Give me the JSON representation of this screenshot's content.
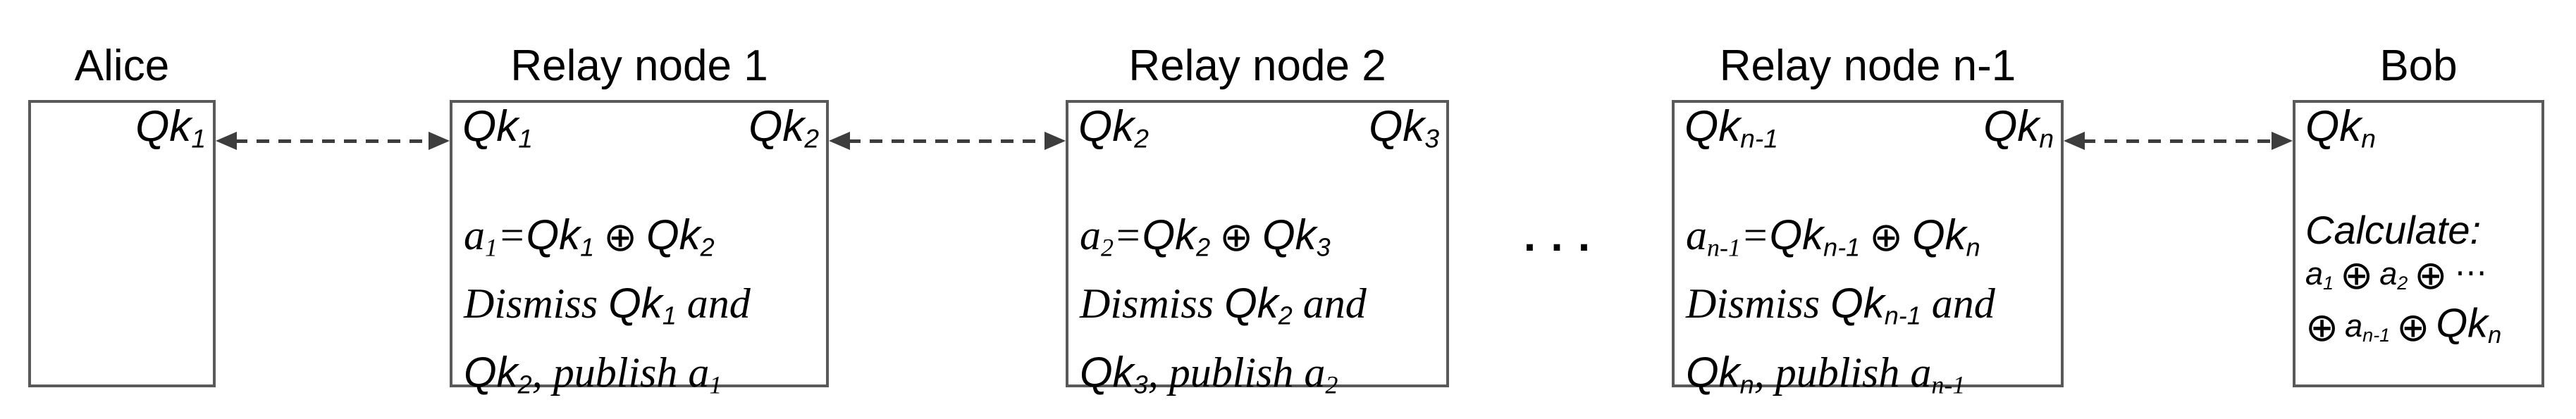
{
  "colors": {
    "bg": "#ffffff",
    "text": "#000000",
    "border": "#595959",
    "arrow": "#3d3d3d"
  },
  "alice": {
    "title": "Alice",
    "key_base": "Qk",
    "key_sub": "1"
  },
  "relays": [
    {
      "title": "Relay node 1",
      "left_key_base": "Qk",
      "left_key_sub": "1",
      "right_key_base": "Qk",
      "right_key_sub": "2",
      "f_var": "a",
      "f_var_sub": "1",
      "f_eq": "=",
      "f_k1": "Qk",
      "f_k1_sub": "1",
      "f_xor": "⊕",
      "f_k2": "Qk",
      "f_k2_sub": "2",
      "d_word": "Dismiss ",
      "d_k": "Qk",
      "d_k_sub": "1",
      "d_and": " and",
      "p_k": "Qk",
      "p_k_sub": "2",
      "p_word": ", publish ",
      "p_var": "a",
      "p_var_sub": "1"
    },
    {
      "title": "Relay node 2",
      "left_key_base": "Qk",
      "left_key_sub": "2",
      "right_key_base": "Qk",
      "right_key_sub": "3",
      "f_var": "a",
      "f_var_sub": "2",
      "f_eq": "=",
      "f_k1": "Qk",
      "f_k1_sub": "2",
      "f_xor": "⊕",
      "f_k2": "Qk",
      "f_k2_sub": "3",
      "d_word": "Dismiss ",
      "d_k": "Qk",
      "d_k_sub": "2",
      "d_and": " and",
      "p_k": "Qk",
      "p_k_sub": "3",
      "p_word": ", publish ",
      "p_var": "a",
      "p_var_sub": "2"
    },
    {
      "title": "Relay node n-1",
      "left_key_base": "Qk",
      "left_key_sub": "n-1",
      "right_key_base": "Qk",
      "right_key_sub": "n",
      "f_var": "a",
      "f_var_sub": "n-1",
      "f_eq": "=",
      "f_k1": "Qk",
      "f_k1_sub": "n-1",
      "f_xor": "⊕",
      "f_k2": "Qk",
      "f_k2_sub": "n",
      "d_word": "Dismiss ",
      "d_k": "Qk",
      "d_k_sub": "n-1",
      "d_and": " and",
      "p_k": "Qk",
      "p_k_sub": "n",
      "p_word": ", publish ",
      "p_var": "a",
      "p_var_sub": "n-1"
    }
  ],
  "separator": {
    "dots": ". . ."
  },
  "bob": {
    "title": "Bob",
    "key_base": "Qk",
    "key_sub": "n",
    "calc_heading": "Calculate:",
    "l1_v1": "a",
    "l1_s1": "1",
    "l1_x1": "⊕",
    "l1_v2": "a",
    "l1_s2": "2",
    "l1_x2": "⊕",
    "l1_dots": "···",
    "l2_x0": "⊕",
    "l2_v1": "a",
    "l2_s1": "n-1",
    "l2_x1": "⊕",
    "l2_k": "Qk",
    "l2_ks": "n"
  }
}
